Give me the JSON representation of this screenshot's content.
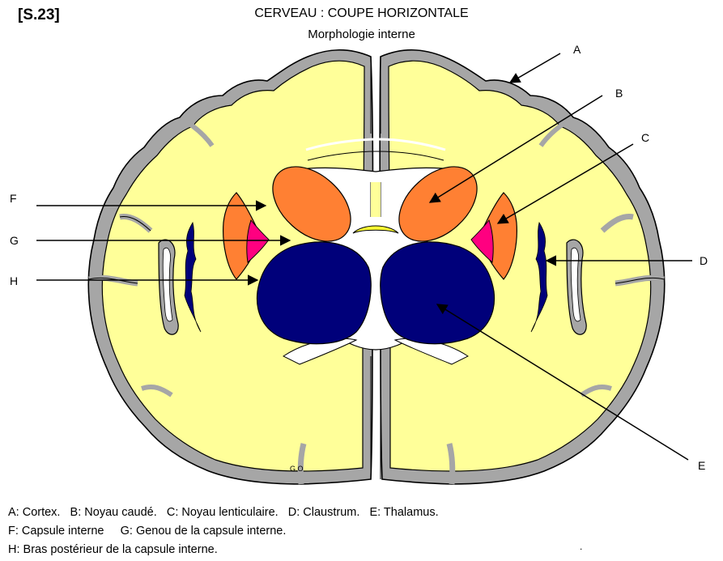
{
  "header": {
    "code": "[S.23]",
    "title": "CERVEAU : COUPE HORIZONTALE",
    "subtitle": "Morphologie interne"
  },
  "labels": {
    "A": "A",
    "B": "B",
    "C": "C",
    "D": "D",
    "E": "E",
    "F": "F",
    "G": "G",
    "H": "H"
  },
  "signature": "G.O",
  "legend": {
    "line1": "A: Cortex.   B: Noyau caudé.   C: Noyau lenticulaire.   D: Claustrum.   E: Thalamus.",
    "line2": "F: Capsule interne     G: Genou de la capsule interne.",
    "line3": "H: Bras postérieur de la capsule interne."
  },
  "corner_mark": ".",
  "colors": {
    "cortex": "#a6a6a6",
    "white_matter": "#ffff99",
    "caudate": "#ff8033",
    "lenticular": "#ff8033",
    "genu": "#ff0080",
    "claustrum": "#00007a",
    "thalamus": "#00007a",
    "ventricle": "#ffffff",
    "outline": "#000000"
  }
}
